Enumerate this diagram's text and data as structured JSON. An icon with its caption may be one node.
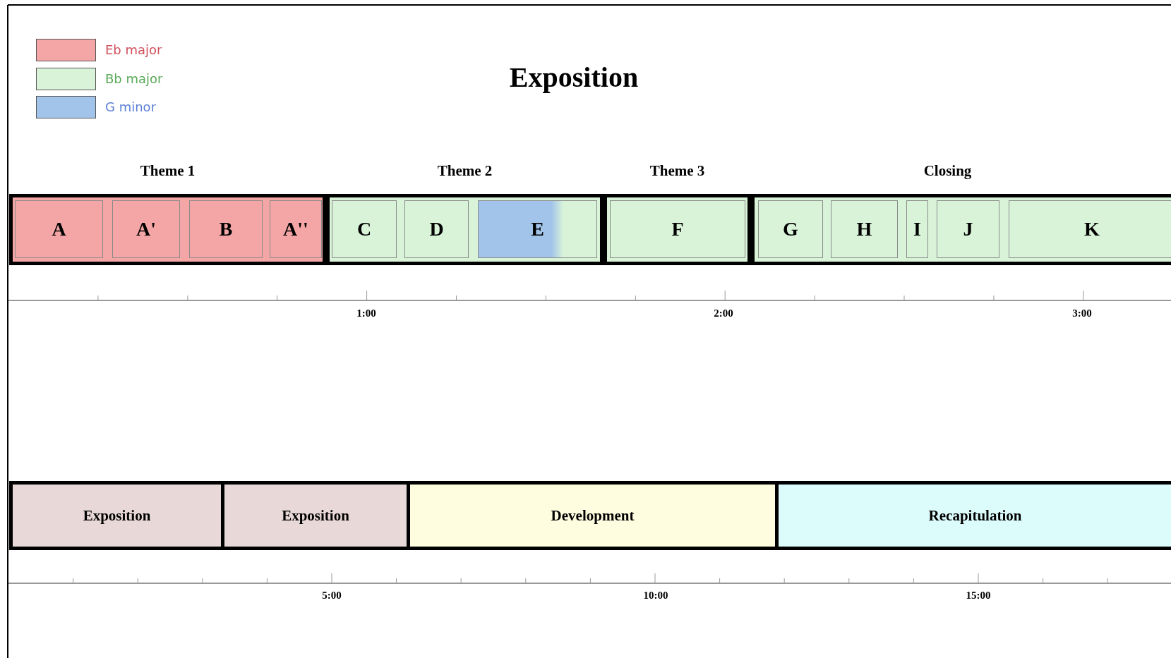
{
  "diagram": {
    "title": "Exposition",
    "nodes": [
      {
        "text": [
          "Theme 1"
        ]
      },
      {
        "text": [
          "A"
        ],
        "in": 0
      },
      {
        "text": [
          "A'"
        ],
        "in": 0
      },
      {
        "text": [
          "B"
        ],
        "in": 0
      },
      {
        "text": [
          "A''"
        ],
        "in": 0
      },
      {
        "text": [
          "Theme 2"
        ]
      },
      {
        "text": [
          "C"
        ],
        "in": 5
      },
      {
        "text": [
          "D"
        ],
        "in": 5
      },
      {
        "text": [
          "E"
        ],
        "in": 5
      },
      {
        "text": [
          "Theme 3"
        ]
      },
      {
        "text": [
          "F"
        ],
        "in": 9
      },
      {
        "text": [
          "Closing"
        ]
      },
      {
        "text": [
          "G"
        ],
        "in": 11
      },
      {
        "text": [
          "H"
        ],
        "in": 11
      },
      {
        "text": [
          "I"
        ],
        "in": 11
      },
      {
        "text": [
          "J"
        ],
        "in": 11
      },
      {
        "text": [
          "K"
        ],
        "in": 11
      },
      {
        "text": [
          "Exposition"
        ]
      },
      {
        "text": [
          "Exposition"
        ]
      },
      {
        "text": [
          "Development"
        ]
      },
      {
        "text": [
          "Recapitulation"
        ]
      }
    ],
    "labels": [
      "1:00",
      "2:00",
      "3:00",
      "5:00",
      "10:00",
      "15:00"
    ],
    "legend": [
      {
        "text": "Eb major",
        "color": "#f4a6a6"
      },
      {
        "text": "Bb major",
        "color": "#d9f3d9"
      },
      {
        "text": "G minor",
        "color": "#a3c4ea"
      }
    ]
  }
}
